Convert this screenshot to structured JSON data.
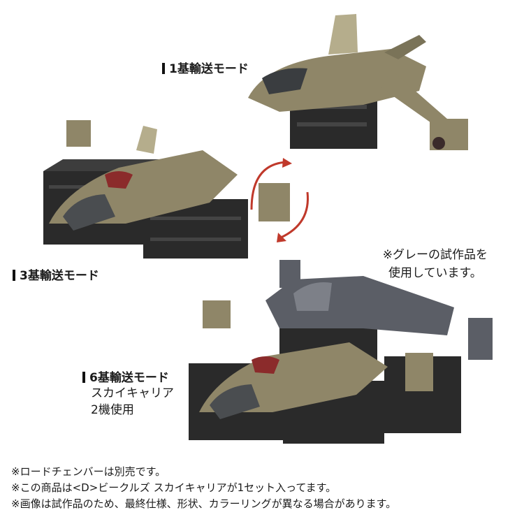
{
  "labels": {
    "mode1": "1基輸送モード",
    "mode3": "3基輸送モード",
    "mode6": "6基輸送モード"
  },
  "mode6_sub": [
    "スカイキャリア",
    "2機使用"
  ],
  "note": [
    "※グレーの試作品を",
    "使用しています。"
  ],
  "footer": [
    "※ロードチェンバーは別売です。",
    "※この商品は<D>ビークルズ スカイキャリアが1セット入ってます。",
    "※画像は試作品のため、最終仕様、形状、カラーリングが異なる場合があります。"
  ],
  "colors": {
    "khaki": "#8f8668",
    "khaki_light": "#b5ad8c",
    "container": "#2a2a2a",
    "grey_proto": "#5b5e66",
    "arrow_red": "#c0392b"
  }
}
